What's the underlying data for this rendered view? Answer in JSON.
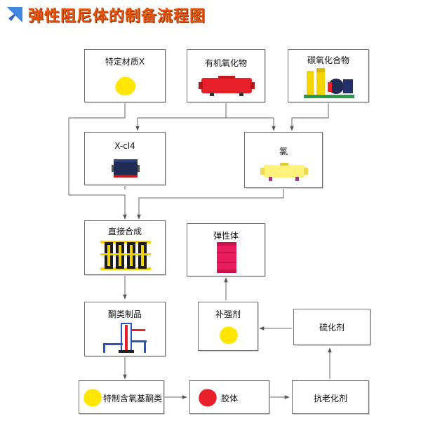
{
  "title": "弹性阻尼体的制备流程图",
  "icons": {
    "title": "blue-arrow-icon"
  },
  "colors": {
    "title": "#e8540a",
    "yellow": "#ffe800",
    "red": "#e8202a",
    "navy": "#1f2a55",
    "line": "#555555"
  },
  "nodes": {
    "material_x": "特定材质X",
    "organic_chloride": "有机氧化物",
    "carbon_oxide": "碳氧化合物",
    "x_cl4": "X-cl4",
    "chlorine": "氯",
    "direct_synthesis": "直接合成",
    "elastomer": "弹性体",
    "ketone_products": "酮类制品",
    "reinforcing_agent": "补强剂",
    "vulcanizing_agent": "硫化剂",
    "special_oxyketone": "特制含氧基酮类",
    "colloid": "胶体",
    "antioxidant": "抗老化剂"
  }
}
